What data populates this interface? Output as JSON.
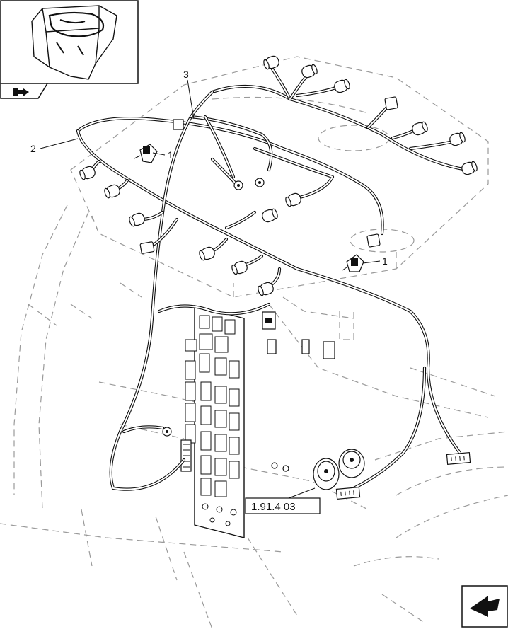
{
  "callouts": {
    "item_1a": "1",
    "item_1b": "1",
    "item_2": "2",
    "item_3": "3"
  },
  "reference": "1.91.4 03",
  "icons": {
    "thumbnail": "cab-overview-thumbnail",
    "previous": "previous-page-arrow-icon",
    "next": "next-page-arrow-icon"
  }
}
